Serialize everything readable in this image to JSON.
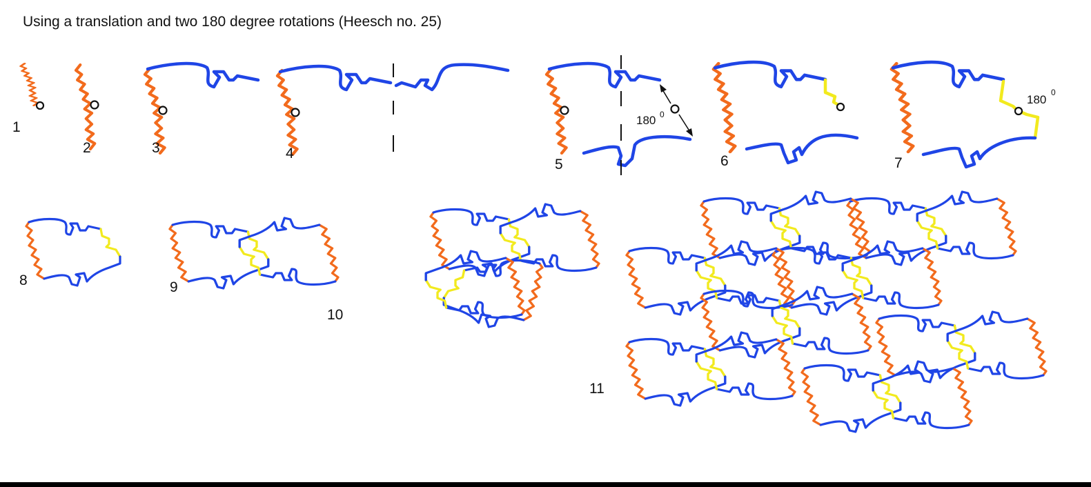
{
  "title": "Using a translation and two 180 degree rotations  (Heesch no. 25)",
  "colors": {
    "blue": "#1f45e6",
    "orange": "#f26b1d",
    "yellow": "#f2ea1e",
    "ink": "#111111"
  },
  "labels": {
    "step_1": "1",
    "step_2": "2",
    "step_3": "3",
    "step_4": "4",
    "step_5": "5",
    "step_6": "6",
    "step_7": "7",
    "step_8": "8",
    "step_9": "9",
    "step_10": "10",
    "step_11": "11"
  },
  "rotation_label": {
    "value": "180",
    "superscript": "0"
  }
}
